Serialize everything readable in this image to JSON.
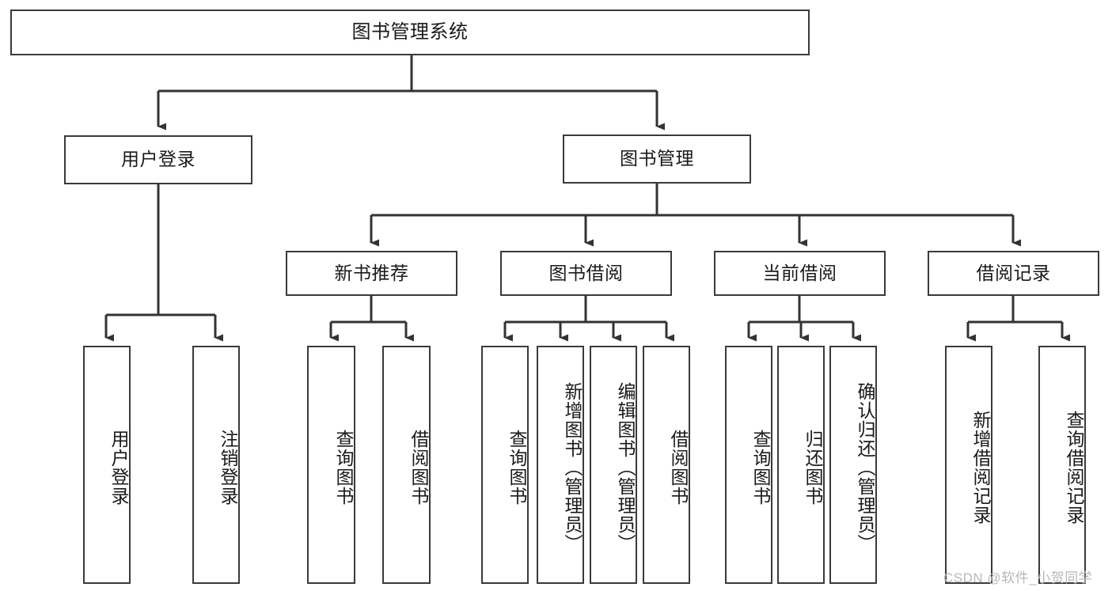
{
  "diagram": {
    "title": "图书管理系统",
    "watermark": "CSDN @软件_小贺同学",
    "colors": {
      "box_border": "#3a3a3a",
      "box_fill": "#ffffff",
      "edge": "#333333",
      "text": "#1a1a1a",
      "watermark": "#b8b8b8",
      "background": "#ffffff"
    },
    "levels": {
      "root": "图书管理系统",
      "level2": [
        "用户登录",
        "图书管理"
      ],
      "level3": [
        "新书推荐",
        "图书借阅",
        "当前借阅",
        "借阅记录"
      ]
    },
    "nodes": {
      "root": {
        "label": "图书管理系统"
      },
      "user_login": {
        "label": "用户登录"
      },
      "book_manage": {
        "label": "图书管理"
      },
      "new_book_rec": {
        "label": "新书推荐"
      },
      "book_borrow": {
        "label": "图书借阅"
      },
      "current_borrow": {
        "label": "当前借阅"
      },
      "borrow_record": {
        "label": "借阅记录"
      },
      "leaf_user_login": {
        "label": "用户登录"
      },
      "leaf_logout": {
        "label": "注销登录"
      },
      "leaf_query_book_a": {
        "label": "查询图书"
      },
      "leaf_borrow_book_a": {
        "label": "借阅图书"
      },
      "leaf_query_book_b": {
        "label": "查询图书"
      },
      "leaf_add_book": {
        "label": "新增图书（管理员）"
      },
      "leaf_edit_book": {
        "label": "编辑图书（管理员）"
      },
      "leaf_borrow_book_b": {
        "label": "借阅图书"
      },
      "leaf_query_book_c": {
        "label": "查询图书"
      },
      "leaf_return_book": {
        "label": "归还图书"
      },
      "leaf_confirm_return": {
        "label": "确认归还（管理员）"
      },
      "leaf_add_record": {
        "label": "新增借阅记录"
      },
      "leaf_query_record": {
        "label": "查询借阅记录"
      }
    }
  }
}
